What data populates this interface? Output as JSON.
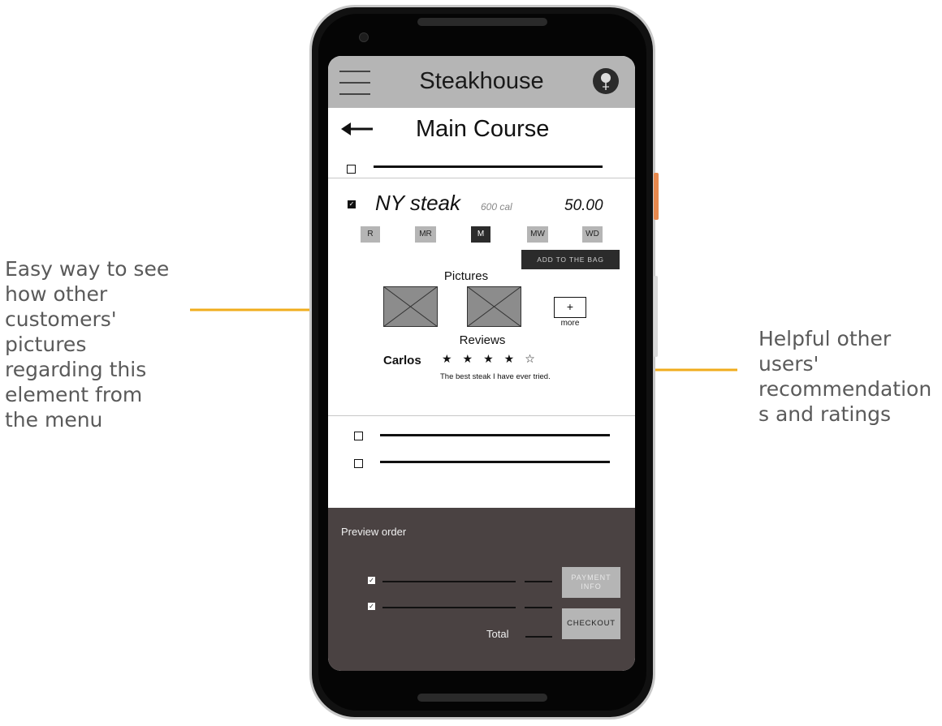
{
  "annotations": {
    "left": "Easy way to see how other customers' pictures regarding  this element from the menu",
    "right": "Helpful other users' recommendation s and ratings"
  },
  "header": {
    "title": "Steakhouse"
  },
  "section": {
    "title": "Main Course"
  },
  "item": {
    "name": "NY steak",
    "calories": "600 cal",
    "price": "50.00",
    "doneness": [
      "R",
      "MR",
      "M",
      "MW",
      "WD"
    ],
    "selected_doneness": "M",
    "add_button": "ADD TO THE BAG"
  },
  "pictures": {
    "label": "Pictures",
    "more_symbol": "+",
    "more_label": "more"
  },
  "reviews": {
    "label": "Reviews",
    "reviewer": "Carlos",
    "stars": "★★★★☆",
    "rating": 4,
    "text": "The best steak I have ever tried."
  },
  "preview": {
    "title": "Preview order",
    "total_label": "Total",
    "payment_button": "PAYMENT INFO",
    "checkout_button": "CHECKOUT"
  },
  "colors": {
    "accent_arrow": "#f0ad1e",
    "topbar": "#b5b5b5",
    "preview_panel": "#4a4242",
    "selected_button": "#2b2b2b"
  },
  "icons": [
    "hamburger-icon",
    "avatar-icon",
    "back-arrow-icon",
    "image-placeholder-icon",
    "plus-icon",
    "checkbox-icon"
  ]
}
